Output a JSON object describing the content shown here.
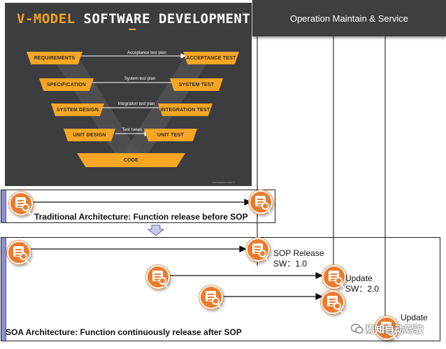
{
  "vmodel": {
    "title_part1": "V-MODEL",
    "title_part2": "SOFTWARE DEVELOPMENT",
    "left_boxes": [
      "REQUIREMENTS",
      "SPECIFICATION",
      "SYSTEM DESIGN",
      "UNIT DESIGN"
    ],
    "right_boxes": [
      "ACCEPTANCE TEST",
      "SYSTEM TEST",
      "INTEGRATION TEST",
      "UNIT TEST"
    ],
    "plans": [
      "Acceptance test plan",
      "System test plan",
      "Integration test plan",
      "Test cases"
    ],
    "bottom_box": "CODE",
    "footer": "someplace.com ©",
    "colors": {
      "panel": "#3c3d3f",
      "box": "#f6a623",
      "accent": "#f2a21c"
    }
  },
  "operation_header": "Operation Maintain & Service",
  "traditional": {
    "caption": "Traditional Architecture: Function release before SOP"
  },
  "soa": {
    "caption": "SOA Architecture: Function continuously release after  SOP",
    "sop_release": "SOP Release",
    "sw_1": "SW：1.0",
    "update_1": "Update",
    "sw_2": "SW：2.0",
    "update_2": "Update"
  },
  "watermark": "焉知自动驾驶",
  "icons": {
    "node": "document-search-icon",
    "down_arrow": "down-arrow-icon"
  },
  "colors": {
    "node": "#ec7b2e",
    "frame_bar": "#8c8fd8",
    "header": "#3f3f3f"
  }
}
